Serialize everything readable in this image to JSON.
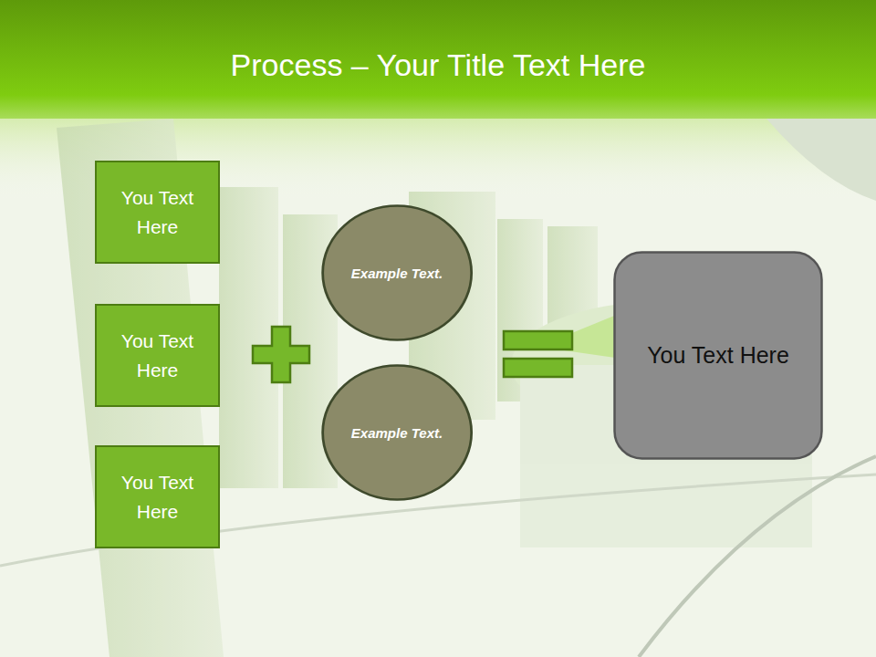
{
  "diagram": {
    "title": "Process – Your Title Text Here",
    "nodes": [
      {
        "text": [
          "You Text Here"
        ]
      },
      {
        "text": [
          "You Text Here"
        ]
      },
      {
        "text": [
          "You Text Here"
        ]
      },
      {
        "text": [
          "Example Text."
        ]
      },
      {
        "text": [
          "Example Text."
        ]
      },
      {
        "text": [
          "You Text Here"
        ]
      }
    ]
  }
}
